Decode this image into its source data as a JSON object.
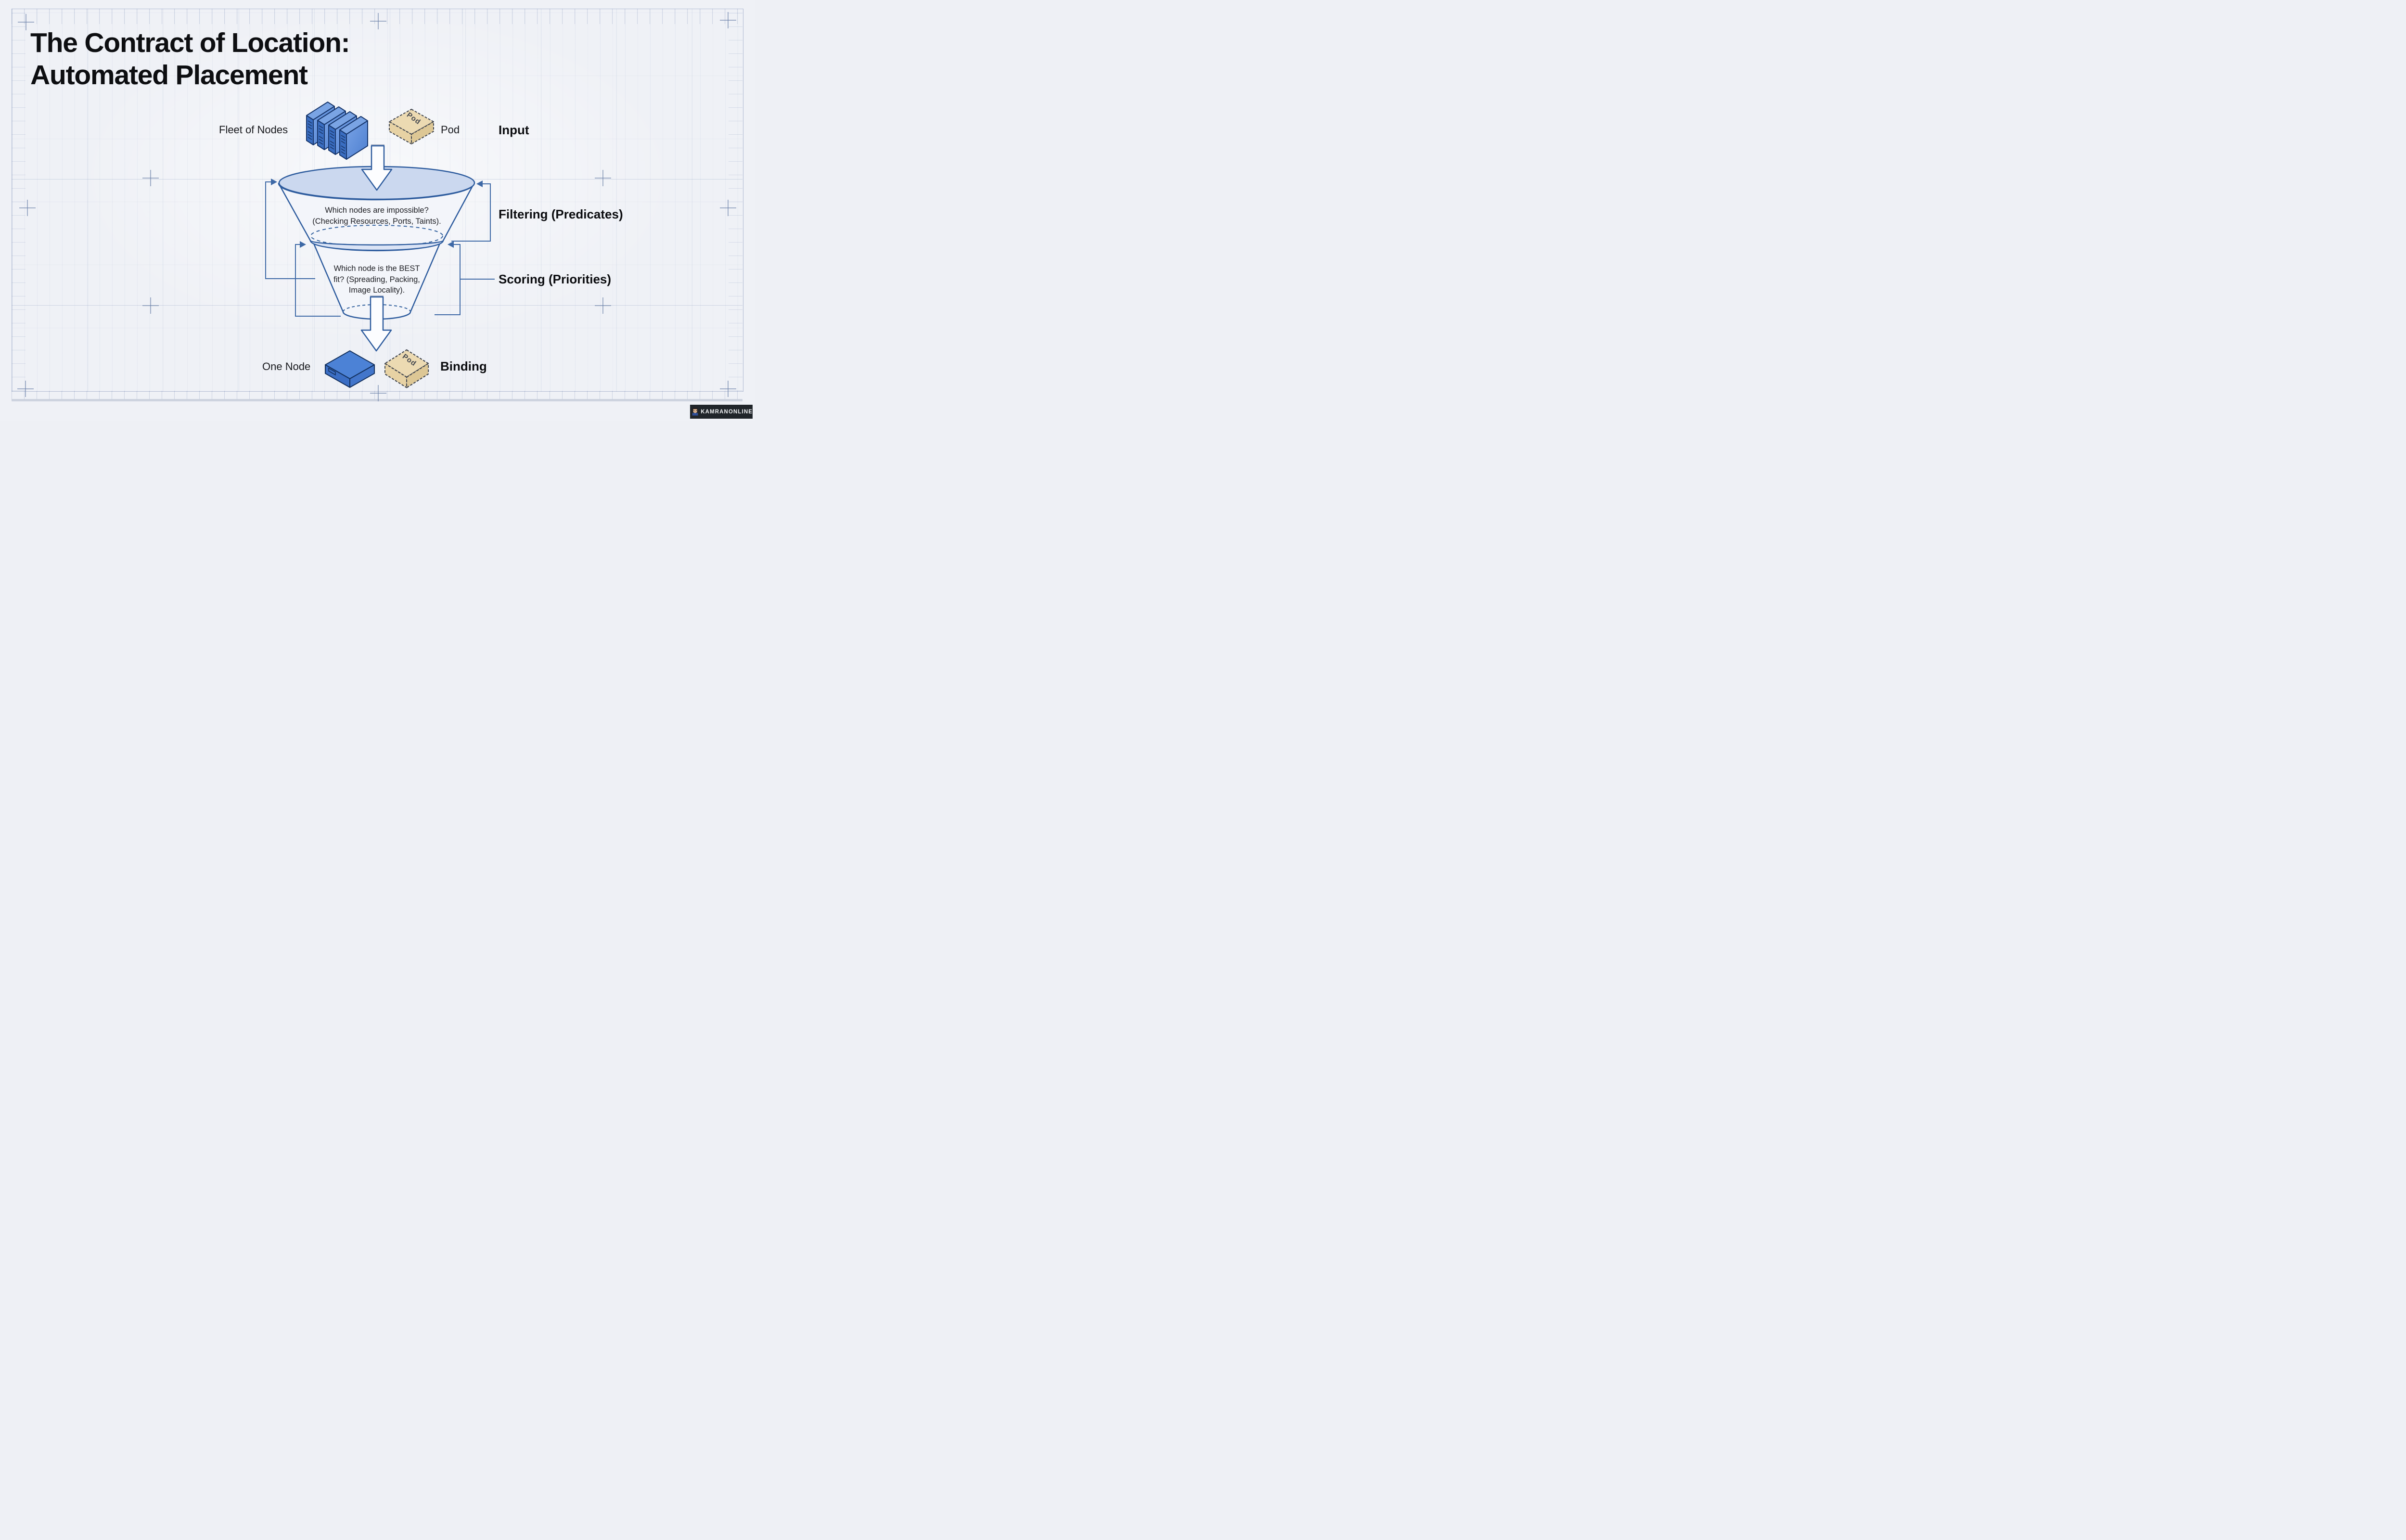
{
  "title": {
    "line1": "The Contract of Location:",
    "line2": "Automated Placement"
  },
  "item_labels": {
    "fleet_of_nodes": "Fleet of Nodes",
    "pod": "Pod",
    "one_node": "One Node"
  },
  "stage_labels": {
    "input": "Input",
    "filtering": "Filtering (Predicates)",
    "scoring": "Scoring (Priorities)",
    "binding": "Binding"
  },
  "funnel": {
    "filtering_line1": "Which nodes are impossible?",
    "filtering_line2": "(Checking Resources, Ports, Taints).",
    "scoring_line1": "Which node is the BEST",
    "scoring_line2": "fit? (Spreading, Packing,",
    "scoring_line3": "Image Locality)."
  },
  "icons": {
    "pod_box_label": "Pod",
    "server_stack": "fleet-of-nodes-servers-icon",
    "pod_box": "pod-box-icon",
    "node_box": "one-node-box-icon",
    "down_arrow": "down-arrow-icon"
  },
  "watermark": {
    "text": "KAMRANONLINE"
  },
  "colors": {
    "background": "#eff1f6",
    "grid_line": "#c8d1e3",
    "funnel_stroke": "#2e5c9e",
    "funnel_body": "#f3f5fa",
    "funnel_top_fill": "#cbd8ef",
    "band_fill": "#dae3f5",
    "bracket": "#3e69a6",
    "server_blue": "#3a6ec2",
    "server_side_blue": "#5c8bd8",
    "node_blue": "#4c82d6",
    "pod_tan": "#ecdab2",
    "text_dark": "#121317",
    "watermark_bg": "#20252a",
    "watermark_text": "#eef0f2"
  }
}
